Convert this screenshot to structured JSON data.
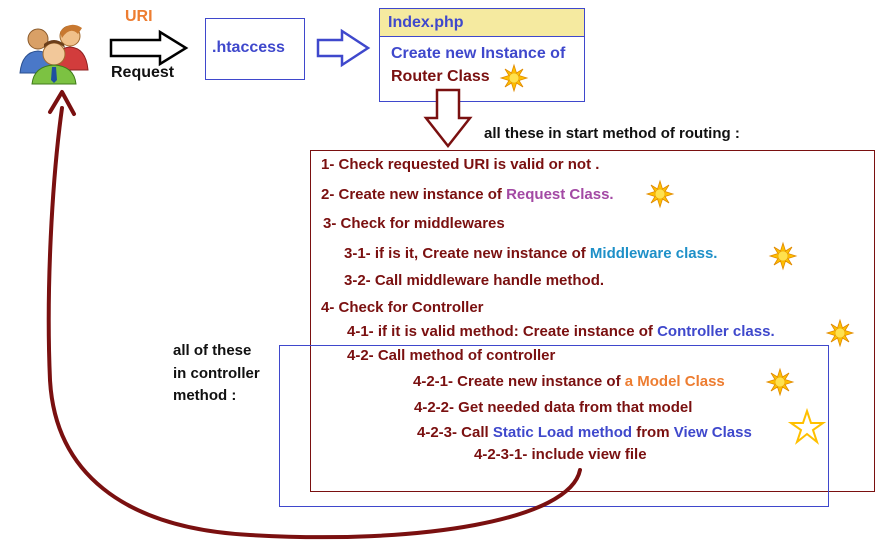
{
  "colors": {
    "dark_red": "#7a1010",
    "orange": "#ed7d31",
    "blue": "#3f48cc",
    "purple": "#a349a4",
    "teal": "#1e90c8",
    "header_fill": "#f5eaa0",
    "star": "#ffc000"
  },
  "icons": [
    "users-icon",
    "right-arrow-icon",
    "down-arrow-icon",
    "sun-icon",
    "star-outline-icon",
    "curved-return-arrow-icon"
  ],
  "uri_label": "URI",
  "request_label": "Request",
  "htaccess_label": ".htaccess",
  "index_box": {
    "header": "Index.php",
    "line1": "Create new Instance of",
    "line2": "Router  Class"
  },
  "start_note": "all these in start method of routing :",
  "controller_note": [
    "all of these",
    "in controller",
    "method :"
  ],
  "steps": {
    "s1": "1- Check requested URI is valid or not .",
    "s2_prefix": "2- Create new instance of ",
    "s2_class": "Request Class.",
    "s3": "3- Check for middlewares",
    "s31_prefix": "3-1- if is it, Create new instance of ",
    "s31_class": "Middleware class.",
    "s32": "3-2- Call middleware handle method.",
    "s4": "4- Check for Controller",
    "s41_prefix": "4-1- if it is valid method: Create instance of ",
    "s41_class": "Controller class.",
    "s42": "4-2- Call method of controller",
    "s421_prefix": "4-2-1- Create new instance of ",
    "s421_class": "a Model Class",
    "s422": "4-2-2- Get needed data from that model",
    "s423_prefix": "4-2-3- Call ",
    "s423_method": "Static Load method",
    "s423_mid": " from ",
    "s423_class": "View Class",
    "s4231": "4-2-3-1- include view file"
  }
}
